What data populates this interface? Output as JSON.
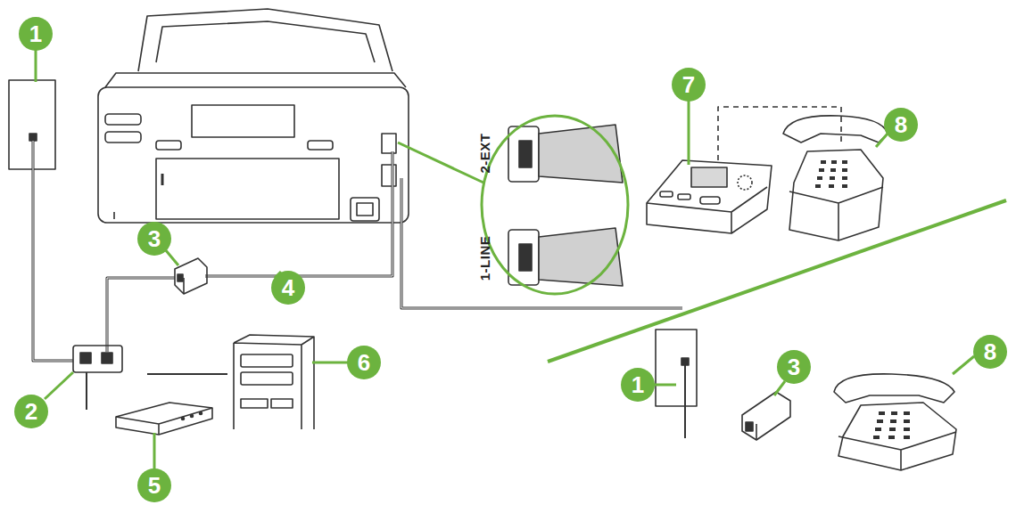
{
  "diagram": {
    "labels": [
      "1",
      "7",
      "8",
      "2-EXT",
      "1-LINE",
      "3",
      "4",
      "6",
      "3",
      "8",
      "1",
      "2",
      "5"
    ]
  }
}
